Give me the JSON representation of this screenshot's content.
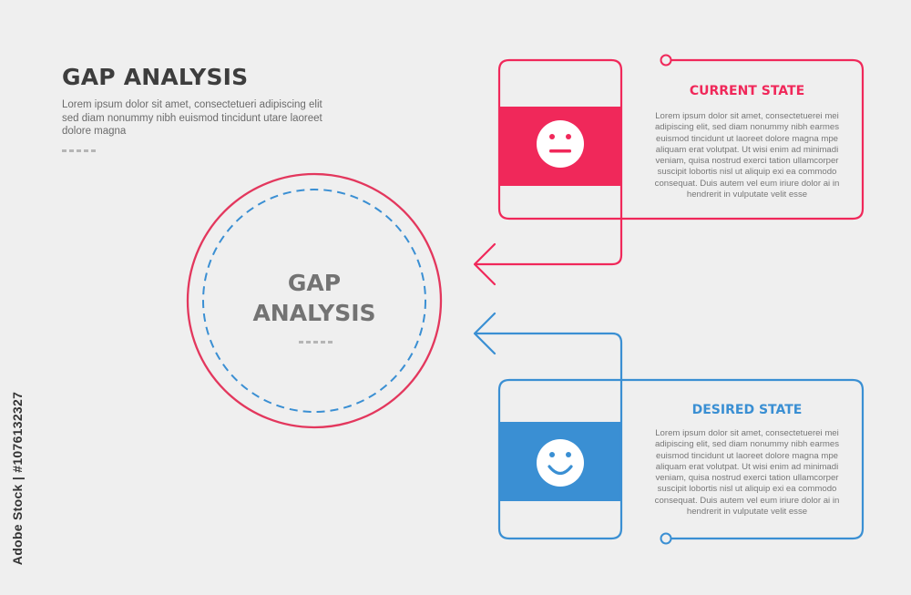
{
  "header": {
    "title": "GAP ANALYSIS",
    "description": "Lorem ipsum dolor sit amet, consectetueri adipiscing elit sed diam nonummy nibh euismod tincidunt utare laoreet dolore magna"
  },
  "center": {
    "line1": "GAP",
    "line2": "ANALYSIS"
  },
  "current_state": {
    "title": "CURRENT STATE",
    "description": "Lorem ipsum dolor sit amet, consectetuerei mei adipiscing elit, sed diam nonummy nibh earmes euismod tincidunt ut laoreet dolore magna mpe aliquam erat volutpat. Ut wisi enim ad minimadi veniam, quisa nostrud exerci tation ullamcorper suscipit lobortis nisl ut aliquip exi ea commodo consequat. Duis autem vel eum iriure dolor ai in hendrerit in vulputate velit esse",
    "icon": "neutral-face-icon",
    "color": "#f0285a"
  },
  "desired_state": {
    "title": "DESIRED STATE",
    "description": "Lorem ipsum dolor sit amet, consectetuerei mei adipiscing elit, sed diam nonummy nibh earmes euismod tincidunt ut laoreet dolore magna mpe aliquam erat volutpat. Ut wisi enim ad minimadi veniam, quisa nostrud exerci tation ullamcorper suscipit lobortis nisl ut aliquip exi ea commodo consequat. Duis autem vel eum iriure dolor ai in hendrerit in vulputate velit esse",
    "icon": "smiling-face-icon",
    "color": "#3a8fd3"
  },
  "watermark": {
    "text": "Adobe Stock | #1076132327"
  },
  "colors": {
    "title": "#3d3d3d",
    "circle_outer": "#e3375d",
    "circle_dashed": "#3a8fd3",
    "muted": "#b5b5b5"
  }
}
